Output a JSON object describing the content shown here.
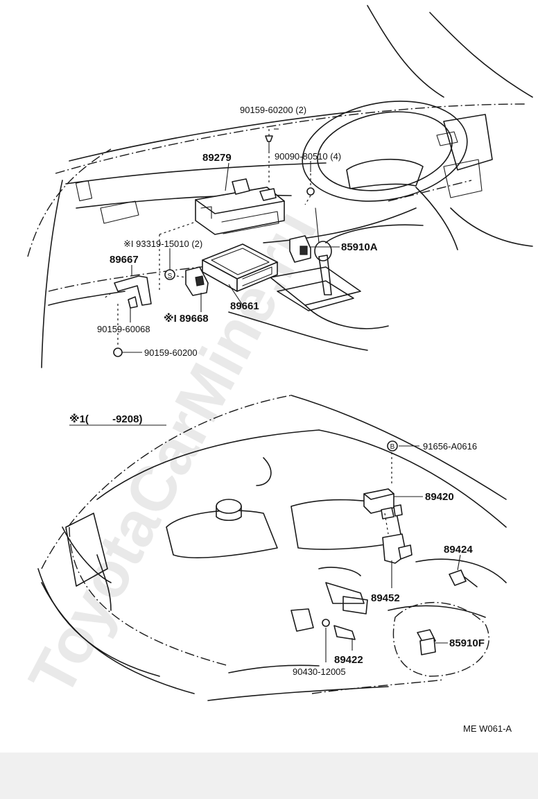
{
  "watermark": "ToyotaCarMine.ru",
  "diagram_code": "ME W061-A",
  "section_note": "※1(　　 -9208)",
  "callouts": {
    "bolt_top": "90159-60200 (2)",
    "ecu_upper": "89279",
    "screw_upper": "90090-80510 (4)",
    "bolt_ecu_note": "※I 93319-15010 (2)",
    "bracket": "89667",
    "relay_shift": "85910A",
    "s_marker": "S",
    "ecu_lower": "89661",
    "bracket_note": "※I 89668",
    "bolt_bracket": "90159-60068",
    "bolt_lower": "90159-60200",
    "b_marker": "B",
    "bolt_engine": "91656-A0616",
    "vsv": "89420",
    "temp_sensor": "89424",
    "bracket_engine": "89452",
    "sensor_water": "89422",
    "gasket": "90430-12005",
    "relay_f": "85910F"
  }
}
